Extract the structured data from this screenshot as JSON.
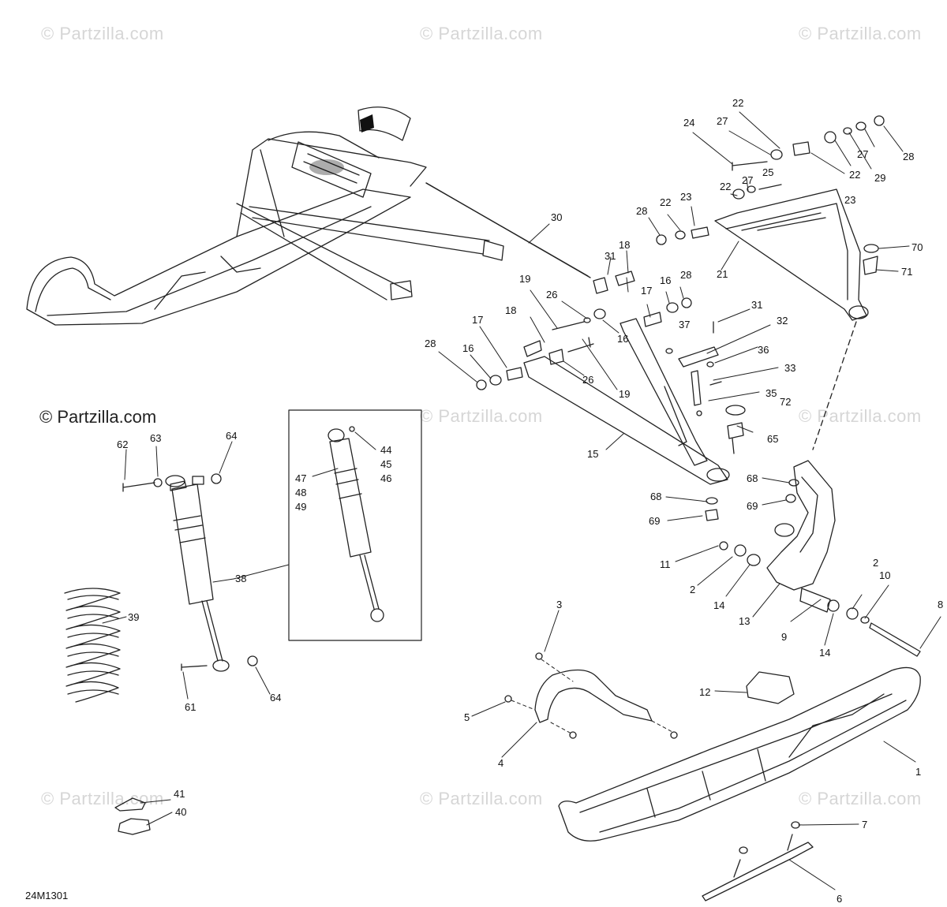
{
  "watermark": "© Partzilla.com",
  "diagram_code": "24M1301",
  "callouts": [
    "1",
    "2",
    "3",
    "4",
    "5",
    "6",
    "7",
    "8",
    "9",
    "10",
    "11",
    "12",
    "13",
    "14",
    "15",
    "16",
    "17",
    "18",
    "19",
    "21",
    "22",
    "23",
    "24",
    "25",
    "26",
    "27",
    "28",
    "29",
    "30",
    "31",
    "32",
    "33",
    "35",
    "36",
    "37",
    "38",
    "39",
    "40",
    "41",
    "44",
    "45",
    "46",
    "47",
    "48",
    "49",
    "61",
    "62",
    "63",
    "64",
    "65",
    "68",
    "69",
    "70",
    "71",
    "72"
  ]
}
